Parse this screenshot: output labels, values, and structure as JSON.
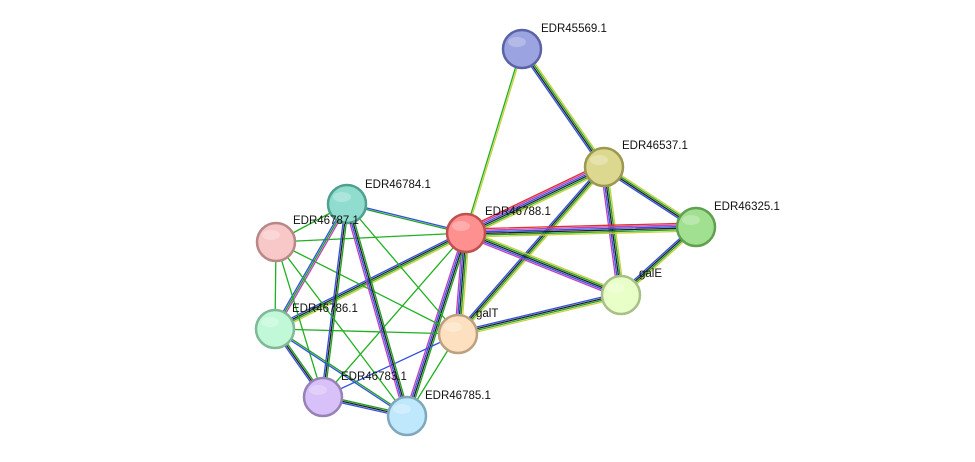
{
  "network": {
    "nodes": [
      {
        "id": "EDR45569.1",
        "label": "EDR45569.1",
        "color": "#9ba3e0",
        "stroke": "#5b63a8"
      },
      {
        "id": "EDR46537.1",
        "label": "EDR46537.1",
        "color": "#dcd890",
        "stroke": "#9c9850"
      },
      {
        "id": "EDR46325.1",
        "label": "EDR46325.1",
        "color": "#a0e090",
        "stroke": "#60a050"
      },
      {
        "id": "EDR46788.1",
        "label": "EDR46788.1",
        "color": "#ff9090",
        "stroke": "#c05050"
      },
      {
        "id": "EDR46784.1",
        "label": "EDR46784.1",
        "color": "#90ddd0",
        "stroke": "#50a090"
      },
      {
        "id": "EDR46787.1",
        "label": "EDR46787.1",
        "color": "#f8c8c8",
        "stroke": "#b88888"
      },
      {
        "id": "galE",
        "label": "galE",
        "color": "#e8ffc8",
        "stroke": "#a8c088"
      },
      {
        "id": "galT",
        "label": "galT",
        "color": "#fde0c0",
        "stroke": "#bda080"
      },
      {
        "id": "EDR46786.1",
        "label": "EDR46786.1",
        "color": "#c0f8d8",
        "stroke": "#80b898"
      },
      {
        "id": "EDR46783.1",
        "label": "EDR46783.1",
        "color": "#d8c0f8",
        "stroke": "#9880b8"
      },
      {
        "id": "EDR46785.1",
        "label": "EDR46785.1",
        "color": "#c0e8fc",
        "stroke": "#80a8bc"
      }
    ],
    "edges": [
      {
        "source": "EDR45569.1",
        "target": "EDR46537.1",
        "colors": [
          "#c8d040",
          "#20a020",
          "#202020",
          "#3050e0"
        ]
      },
      {
        "source": "EDR45569.1",
        "target": "EDR46788.1",
        "colors": [
          "#c8d040",
          "#20b020"
        ]
      },
      {
        "source": "EDR46537.1",
        "target": "EDR46325.1",
        "colors": [
          "#c8d040",
          "#20a020",
          "#202020",
          "#3050e0"
        ]
      },
      {
        "source": "EDR46537.1",
        "target": "EDR46788.1",
        "colors": [
          "#c8d040",
          "#20a020",
          "#202020",
          "#3050e0",
          "#c040c0",
          "#e03030"
        ]
      },
      {
        "source": "EDR46537.1",
        "target": "galE",
        "colors": [
          "#c8d040",
          "#20a020",
          "#202020",
          "#3050e0",
          "#c040c0"
        ]
      },
      {
        "source": "EDR46537.1",
        "target": "galT",
        "colors": [
          "#c8d040",
          "#20a020",
          "#202020",
          "#3050e0"
        ]
      },
      {
        "source": "EDR46325.1",
        "target": "EDR46788.1",
        "colors": [
          "#c8d040",
          "#20a020",
          "#202020",
          "#3050e0",
          "#c040c0",
          "#e03030"
        ]
      },
      {
        "source": "EDR46325.1",
        "target": "galE",
        "colors": [
          "#c8d040",
          "#20a020",
          "#202020",
          "#3050e0"
        ]
      },
      {
        "source": "EDR46788.1",
        "target": "galE",
        "colors": [
          "#c8d040",
          "#20a020",
          "#202020",
          "#3050e0",
          "#c040c0"
        ]
      },
      {
        "source": "EDR46788.1",
        "target": "galT",
        "colors": [
          "#c8d040",
          "#20a020",
          "#202020",
          "#3050e0",
          "#c040c0"
        ]
      },
      {
        "source": "EDR46788.1",
        "target": "EDR46784.1",
        "colors": [
          "#20a020",
          "#3050e0"
        ]
      },
      {
        "source": "EDR46788.1",
        "target": "EDR46787.1",
        "colors": [
          "#20b020"
        ]
      },
      {
        "source": "EDR46788.1",
        "target": "EDR46786.1",
        "colors": [
          "#c8d040",
          "#20a020",
          "#202020",
          "#3050e0"
        ]
      },
      {
        "source": "EDR46788.1",
        "target": "EDR46783.1",
        "colors": [
          "#20b020"
        ]
      },
      {
        "source": "EDR46788.1",
        "target": "EDR46785.1",
        "colors": [
          "#20a020",
          "#202020",
          "#3050e0",
          "#c040c0"
        ]
      },
      {
        "source": "galE",
        "target": "galT",
        "colors": [
          "#c8d040",
          "#20a020",
          "#202020",
          "#3050e0"
        ]
      },
      {
        "source": "galT",
        "target": "EDR46786.1",
        "colors": [
          "#20b020"
        ]
      },
      {
        "source": "galT",
        "target": "EDR46783.1",
        "colors": [
          "#3050e0"
        ]
      },
      {
        "source": "galT",
        "target": "EDR46785.1",
        "colors": [
          "#20b020"
        ]
      },
      {
        "source": "galT",
        "target": "EDR46784.1",
        "colors": [
          "#20b020"
        ]
      },
      {
        "source": "galT",
        "target": "EDR46787.1",
        "colors": [
          "#20b020"
        ]
      },
      {
        "source": "EDR46784.1",
        "target": "EDR46787.1",
        "colors": [
          "#20b020"
        ]
      },
      {
        "source": "EDR46784.1",
        "target": "EDR46786.1",
        "colors": [
          "#c040c0",
          "#20a020",
          "#3050e0"
        ]
      },
      {
        "source": "EDR46784.1",
        "target": "EDR46783.1",
        "colors": [
          "#20a020",
          "#202020",
          "#3050e0"
        ]
      },
      {
        "source": "EDR46784.1",
        "target": "EDR46785.1",
        "colors": [
          "#20a020",
          "#202020",
          "#3050e0",
          "#c040c0"
        ]
      },
      {
        "source": "EDR46787.1",
        "target": "EDR46786.1",
        "colors": [
          "#20b020"
        ]
      },
      {
        "source": "EDR46787.1",
        "target": "EDR46783.1",
        "colors": [
          "#20b020"
        ]
      },
      {
        "source": "EDR46787.1",
        "target": "EDR46785.1",
        "colors": [
          "#20b020"
        ]
      },
      {
        "source": "EDR46786.1",
        "target": "EDR46783.1",
        "colors": [
          "#20a020",
          "#202020",
          "#3050e0"
        ]
      },
      {
        "source": "EDR46786.1",
        "target": "EDR46785.1",
        "colors": [
          "#20a020",
          "#3050e0"
        ]
      },
      {
        "source": "EDR46783.1",
        "target": "EDR46785.1",
        "colors": [
          "#20a020",
          "#202020",
          "#3050e0"
        ]
      }
    ]
  }
}
